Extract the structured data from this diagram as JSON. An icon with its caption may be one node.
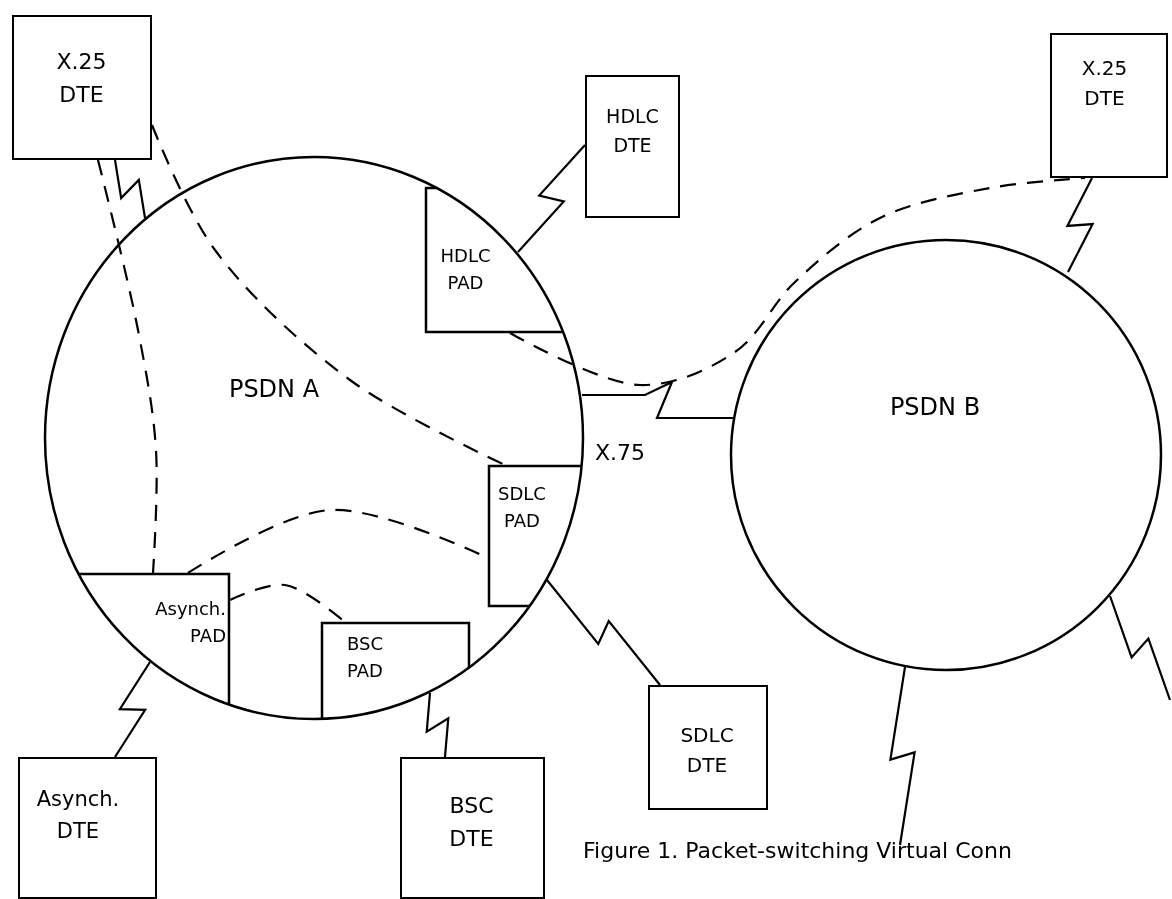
{
  "diagram": {
    "caption": "Figure 1. Packet-switching Virtual Conn",
    "nodes": [
      {
        "text": [
          "PSDN A"
        ]
      },
      {
        "text": [
          "PSDN B"
        ]
      },
      {
        "text": [
          "X.25 DTE"
        ]
      },
      {
        "text": [
          "HDLC DTE"
        ]
      },
      {
        "text": [
          "X.25 DTE"
        ]
      },
      {
        "text": [
          "HDLC PAD"
        ],
        "in": 0
      },
      {
        "text": [
          "SDLC PAD"
        ],
        "in": 0
      },
      {
        "text": [
          "Asynch. PAD"
        ],
        "in": 0
      },
      {
        "text": [
          "BSC PAD"
        ],
        "in": 0
      },
      {
        "text": [
          "Asynch. DTE"
        ]
      },
      {
        "text": [
          "BSC DTE"
        ]
      },
      {
        "text": [
          "SDLC DTE"
        ]
      }
    ],
    "edges": [
      {
        "from": 2,
        "to": 0,
        "arrow": "none"
      },
      {
        "from": 3,
        "to": 5,
        "arrow": "none"
      },
      {
        "from": 4,
        "to": 1,
        "arrow": "none"
      },
      {
        "from": 0,
        "to": 1,
        "arrow": "none",
        "label": "X.75"
      },
      {
        "from": 6,
        "to": 11,
        "arrow": "none"
      },
      {
        "from": 7,
        "to": 9,
        "arrow": "none"
      },
      {
        "from": 8,
        "to": 10,
        "arrow": "none"
      },
      {
        "from": 1,
        "to": null,
        "arrow": "none"
      },
      {
        "from": 1,
        "to": null,
        "arrow": "none"
      },
      {
        "from": 2,
        "to": 7,
        "arrow": "none",
        "style": "dashed"
      },
      {
        "from": 2,
        "to": 6,
        "arrow": "none",
        "style": "dashed"
      },
      {
        "from": 5,
        "to": 4,
        "arrow": "none",
        "style": "dashed"
      },
      {
        "from": 7,
        "to": 6,
        "arrow": "none",
        "style": "dashed"
      },
      {
        "from": 7,
        "to": 8,
        "arrow": "none",
        "style": "dashed"
      }
    ]
  }
}
